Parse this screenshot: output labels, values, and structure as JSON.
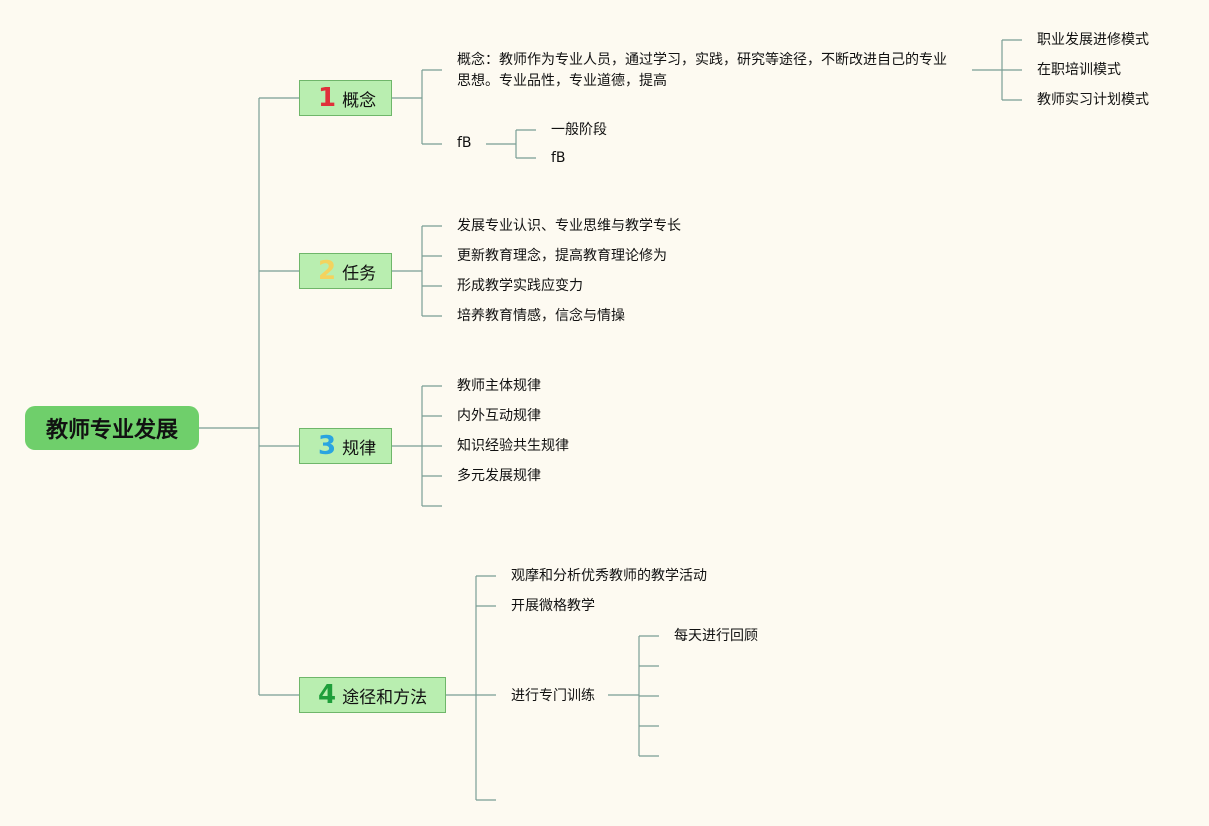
{
  "root": {
    "label": "教师专业发展"
  },
  "branches": [
    {
      "num": "1",
      "label": "概念",
      "items": [
        {
          "label": "概念：教师作为专业人员，通过学习，实践，研究等途径，不断改进自己的专业思想。专业品性，专业道德，提高"
        },
        {
          "label": "fB"
        }
      ],
      "concept_children": [
        "职业发展进修模式",
        "在职培训模式",
        "教师实习计划模式"
      ],
      "fb_children": [
        "一般阶段",
        "fB"
      ]
    },
    {
      "num": "2",
      "label": "任务",
      "items": [
        {
          "label": "发展专业认识、专业思维与教学专长"
        },
        {
          "label": "更新教育理念，提高教育理论修为"
        },
        {
          "label": "形成教学实践应变力"
        },
        {
          "label": "培养教育情感，信念与情操"
        }
      ]
    },
    {
      "num": "3",
      "label": "规律",
      "items": [
        {
          "label": "教师主体规律"
        },
        {
          "label": "内外互动规律"
        },
        {
          "label": "知识经验共生规律"
        },
        {
          "label": "多元发展规律"
        }
      ]
    },
    {
      "num": "4",
      "label": "途径和方法",
      "items": [
        {
          "label": "观摩和分析优秀教师的教学活动"
        },
        {
          "label": "开展微格教学"
        },
        {
          "label": "进行专门训练"
        }
      ],
      "training_children": [
        "每天进行回顾"
      ]
    }
  ],
  "colors": {
    "background": "#fdfaf1",
    "root_fill": "#6fcf6b",
    "branch_fill": "#b9eeb0",
    "connector": "#7a9e95",
    "num1": "#e0303a",
    "num2": "#f4d35e",
    "num3": "#2aa4e0",
    "num4": "#1e9e3a"
  }
}
